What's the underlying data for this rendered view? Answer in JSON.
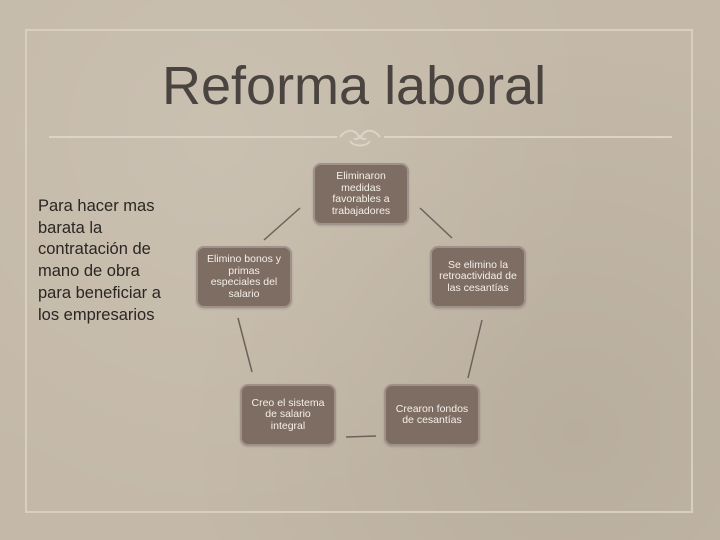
{
  "slide": {
    "title": "Reforma laboral",
    "body_text": "Para hacer mas barata la contratación de mano de obra para beneficiar a los empresarios"
  },
  "diagram": {
    "type": "cycle",
    "nodes": [
      {
        "text": "Eliminaron medidas favorables a trabajadores"
      },
      {
        "text": "Se elimino la retroactividad de las cesantías"
      },
      {
        "text": "Crearon fondos de cesantías"
      },
      {
        "text": "Creo el sistema de salario integral"
      },
      {
        "text": "Elimino bonos y primas especiales del salario"
      }
    ]
  },
  "colors": {
    "background": "#c4b9a8",
    "node_fill": "#7e6d63",
    "node_text": "#f5f0ea",
    "title_text": "#4a4440",
    "connector": "#6c625c"
  }
}
